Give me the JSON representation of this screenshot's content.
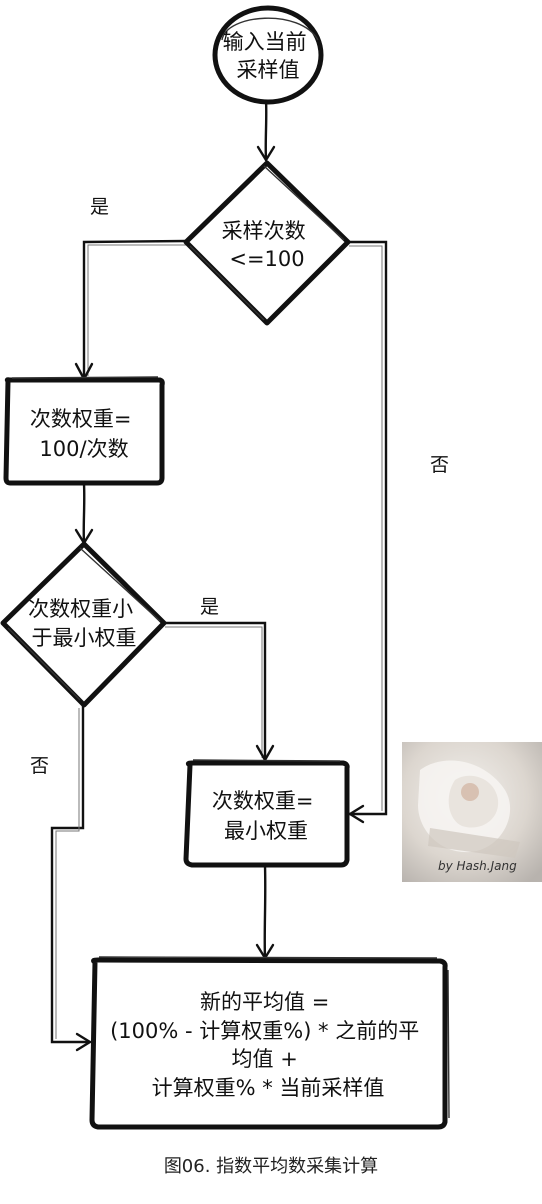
{
  "nodes": {
    "start": {
      "lines": [
        "输入当前",
        "采样值"
      ]
    },
    "check_count": {
      "lines": [
        "采样次数",
        "<=100"
      ]
    },
    "count_weight": {
      "lines": [
        "次数权重=",
        "100/次数"
      ]
    },
    "check_min": {
      "lines": [
        "次数权重小",
        "于最小权重"
      ]
    },
    "min_weight": {
      "lines": [
        "次数权重=",
        "最小权重"
      ]
    },
    "result": {
      "lines": [
        "新的平均值 =",
        "(100% - 计算权重%) * 之前的平",
        "均值 +",
        "计算权重% * 当前采样值"
      ]
    }
  },
  "branch_labels": {
    "count_yes": "是",
    "count_no": "否",
    "min_yes": "是",
    "min_no": "否"
  },
  "watermark": {
    "text": "by Hash.Jang"
  },
  "caption": "图06. 指数平均数采集计算"
}
